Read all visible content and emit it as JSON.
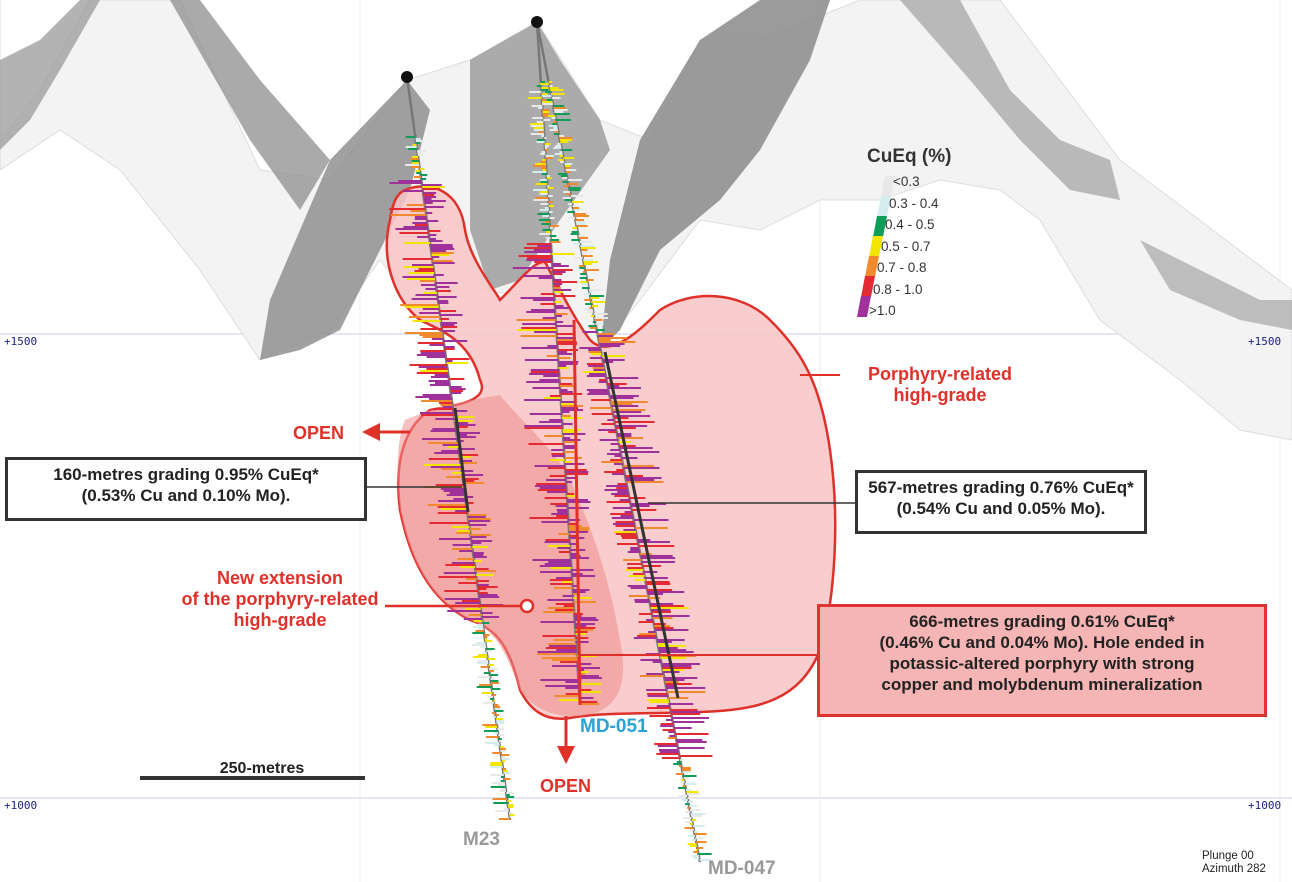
{
  "axis_labels": {
    "upper": "+1500",
    "lower": "+1000"
  },
  "legend": {
    "title": "CuEq (%)",
    "items": [
      {
        "label": "<0.3",
        "color": "#e8e8e8"
      },
      {
        "label": "0.3 - 0.4",
        "color": "#d4eef0"
      },
      {
        "label": "0.4 - 0.5",
        "color": "#0f9d58"
      },
      {
        "label": "0.5 - 0.7",
        "color": "#f2e600"
      },
      {
        "label": "0.7 - 0.8",
        "color": "#f08a2c"
      },
      {
        "label": "0.8 - 1.0",
        "color": "#e42a33"
      },
      {
        "label": ">1.0",
        "color": "#a0309a"
      }
    ]
  },
  "annotations": {
    "box_160": {
      "line1": "160-metres grading 0.95% CuEq*",
      "line2": "(0.53% Cu and 0.10% Mo)."
    },
    "box_567": {
      "line1": "567-metres grading 0.76% CuEq*",
      "line2": "(0.54% Cu and 0.05% Mo)."
    },
    "box_666": {
      "line1": "666-metres grading 0.61% CuEq*",
      "line2": "(0.46% Cu and 0.04% Mo). Hole ended in",
      "line3": "potassic-altered porphyry with strong",
      "line4": "copper and molybdenum mineralization"
    },
    "open_left": "OPEN",
    "open_bottom": "OPEN",
    "porphyry_line1": "Porphyry-related",
    "porphyry_line2": "high-grade",
    "extension_line1": "New extension",
    "extension_line2": "of the porphyry-related",
    "extension_line3": "high-grade"
  },
  "holes": {
    "m23": "M23",
    "md051": "MD-051",
    "md047": "MD-047"
  },
  "scale_bar": "250-metres",
  "view": {
    "plunge": "Plunge 00",
    "azimuth": "Azimuth 282"
  },
  "colors": {
    "accent_red": "#e0302a",
    "md051_blue": "#29a3d6"
  }
}
